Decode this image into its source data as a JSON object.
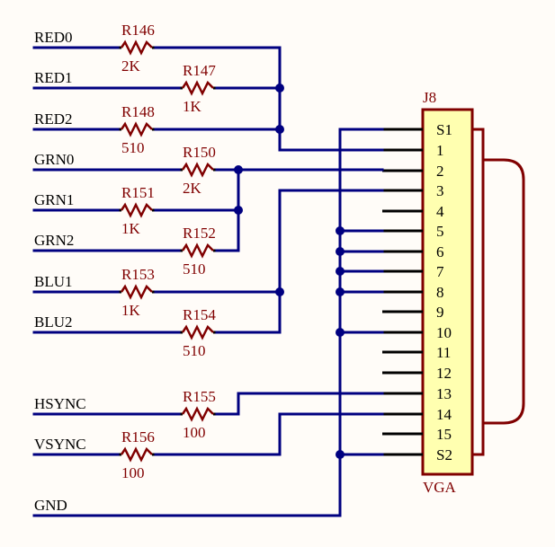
{
  "colors": {
    "background": "#fffcf8",
    "wire": "#000080",
    "component": "#800000",
    "connector_fill": "#ffffb0",
    "pin": "#000000"
  },
  "nets": [
    {
      "name": "RED0"
    },
    {
      "name": "RED1"
    },
    {
      "name": "RED2"
    },
    {
      "name": "GRN0"
    },
    {
      "name": "GRN1"
    },
    {
      "name": "GRN2"
    },
    {
      "name": "BLU1"
    },
    {
      "name": "BLU2"
    },
    {
      "name": "HSYNC"
    },
    {
      "name": "VSYNC"
    },
    {
      "name": "GND"
    }
  ],
  "resistors": [
    {
      "ref": "R146",
      "value": "2K",
      "net": "RED0"
    },
    {
      "ref": "R147",
      "value": "1K",
      "net": "RED1"
    },
    {
      "ref": "R148",
      "value": "510",
      "net": "RED2"
    },
    {
      "ref": "R150",
      "value": "2K",
      "net": "GRN0"
    },
    {
      "ref": "R151",
      "value": "1K",
      "net": "GRN1"
    },
    {
      "ref": "R152",
      "value": "510",
      "net": "GRN2"
    },
    {
      "ref": "R153",
      "value": "1K",
      "net": "BLU1"
    },
    {
      "ref": "R154",
      "value": "510",
      "net": "BLU2"
    },
    {
      "ref": "R155",
      "value": "100",
      "net": "HSYNC"
    },
    {
      "ref": "R156",
      "value": "100",
      "net": "VSYNC"
    }
  ],
  "connector": {
    "ref": "J8",
    "value": "VGA",
    "pins": [
      "S1",
      "1",
      "2",
      "3",
      "4",
      "5",
      "6",
      "7",
      "8",
      "9",
      "10",
      "11",
      "12",
      "13",
      "14",
      "15",
      "S2"
    ]
  }
}
